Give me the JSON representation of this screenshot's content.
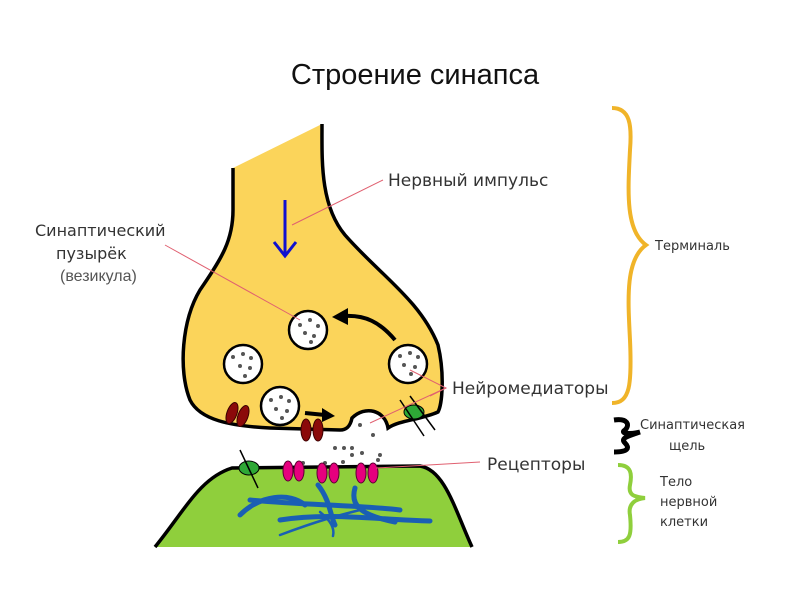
{
  "title": "Строение синапса",
  "labels": {
    "nerve_impulse": "Нервный импульс",
    "vesicle_line1": "Синаптический",
    "vesicle_line2": "пузырёк",
    "vesicle_line3": "(везикула)",
    "neurotransmitters": "Нейромедиаторы",
    "receptors": "Рецепторы",
    "terminal": "Терминаль",
    "cleft_line1": "Синаптическая",
    "cleft_line2": "щель",
    "body_line1": "Тело",
    "body_line2": "нервной",
    "body_line3": "клетки"
  },
  "colors": {
    "terminal_fill": "#fbd45a",
    "body_fill": "#8fcf3c",
    "terminal_brace": "#f0b429",
    "cleft_brace": "#000000",
    "body_brace": "#8fcf3c",
    "receptor": "#e6007e",
    "channel": "#8b0a0a",
    "transporter": "#2ea836",
    "impulse_arrow": "#1010d0",
    "dendrite": "#1a5fb4",
    "pointer_line": "#e06070"
  }
}
